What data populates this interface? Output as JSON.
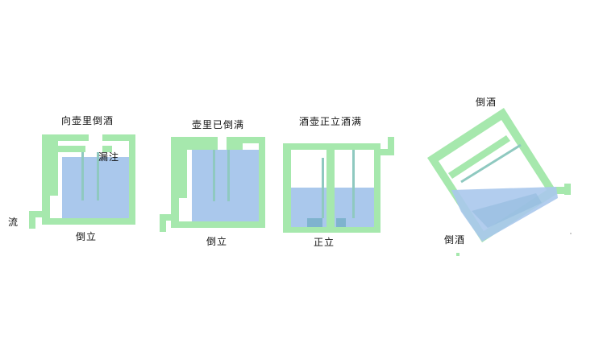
{
  "labels": {
    "p1_top": "向壶里倒酒",
    "p1_inlet": "漏注",
    "p1_outlet": "流",
    "p1_bottom": "倒立",
    "p2_top": "壶里已倒满",
    "p2_bottom": "倒立",
    "p3_top": "酒壶正立酒满",
    "p3_bottom": "正立",
    "p4_top": "倒酒",
    "p4_bottom": "倒酒"
  },
  "colors": {
    "wall": "#a6e8ad",
    "liquid": "#aac8ec",
    "liquid_dark": "#7fb3ce",
    "background": "#ffffff"
  }
}
